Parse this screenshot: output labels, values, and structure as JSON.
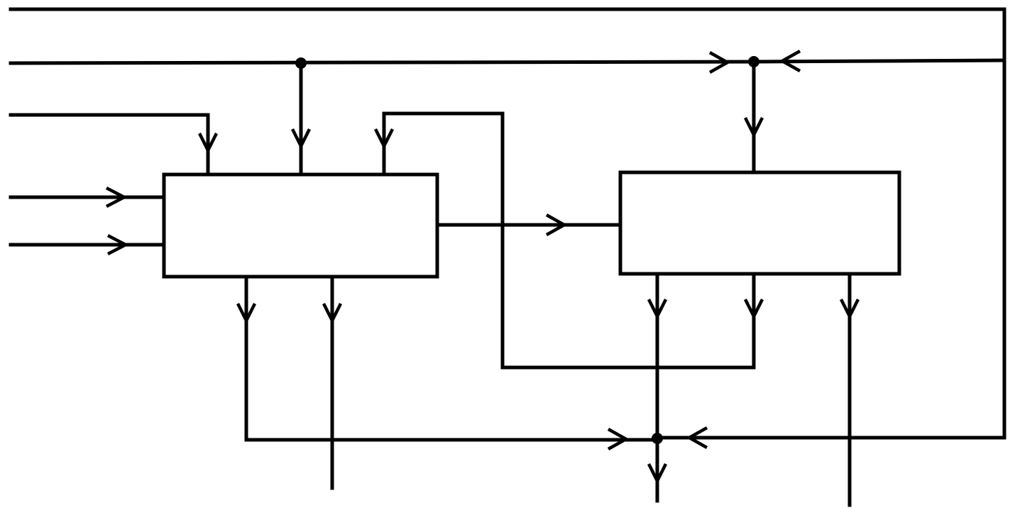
{
  "diagram": {
    "type": "block-diagram",
    "colors": {
      "stroke": "#000000",
      "background": "#ffffff"
    },
    "blocks": [
      {
        "id": "block-left",
        "label": ""
      },
      {
        "id": "block-right",
        "label": ""
      }
    ],
    "junctions": [
      {
        "id": "junction-top-left"
      },
      {
        "id": "junction-top-right"
      },
      {
        "id": "junction-bottom-center"
      }
    ],
    "arrow_style": "open-chevron"
  }
}
